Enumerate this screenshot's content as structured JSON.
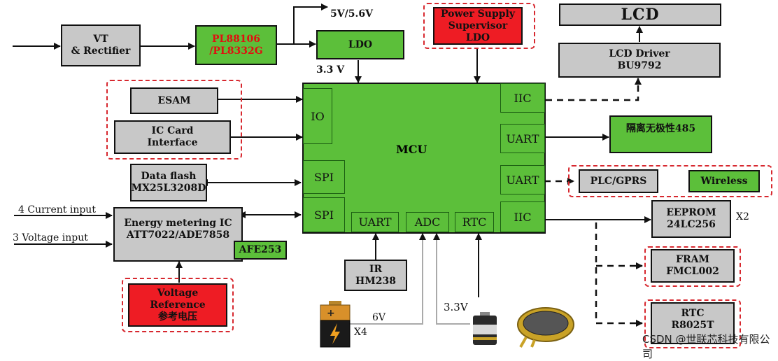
{
  "blocks": {
    "vt_rectifier": "VT\n& Rectifier",
    "pl88106": "PL88106\n/PL8332G",
    "ldo": "LDO",
    "psu_supervisor": "Power Supply\nSupervisor\nLDO",
    "lcd": "LCD",
    "lcd_driver": "LCD Driver\nBU9792",
    "esam": "ESAM",
    "ic_card": "IC Card\nInterface",
    "data_flash": "Data flash\nMX25L3208D",
    "energy_ic": "Energy metering  IC\nATT7022/ADE7858",
    "afe253": "AFE253",
    "voltage_ref": "Voltage\nReference\n参考电压",
    "mcu": "MCU",
    "ir": "IR\nHM238",
    "rs485": "隔离无极性485",
    "plc_gprs": "PLC/GPRS",
    "wireless": "Wireless",
    "eeprom": "EEPROM\n24LC256",
    "fram": "FRAM\nFMCL002",
    "rtc_chip": "RTC\nR8025T"
  },
  "mcu_ports": {
    "io": "IO",
    "spi1": "SPI",
    "spi2": "SPI",
    "uart_bottom": "UART",
    "adc": "ADC",
    "rtc": "RTC",
    "iic_top": "IIC",
    "uart_right1": "UART",
    "uart_right2": "UART",
    "iic_bottom": "IIC"
  },
  "labels": {
    "v5": "5V/5.6V",
    "v33_ldo": "3.3 V",
    "current_input": "4 Current input",
    "voltage_input": "3 Voltage input",
    "x2": "X2",
    "v6": "6V",
    "x4": "X4",
    "v33_rtc": "3.3V"
  },
  "watermark": "CSDN @世联芯科技有限公司",
  "colors": {
    "block_gray": "#c8c8c8",
    "block_green": "#5cbf3a",
    "block_red": "#ee1c24",
    "dashed_group": "#d7282f"
  }
}
